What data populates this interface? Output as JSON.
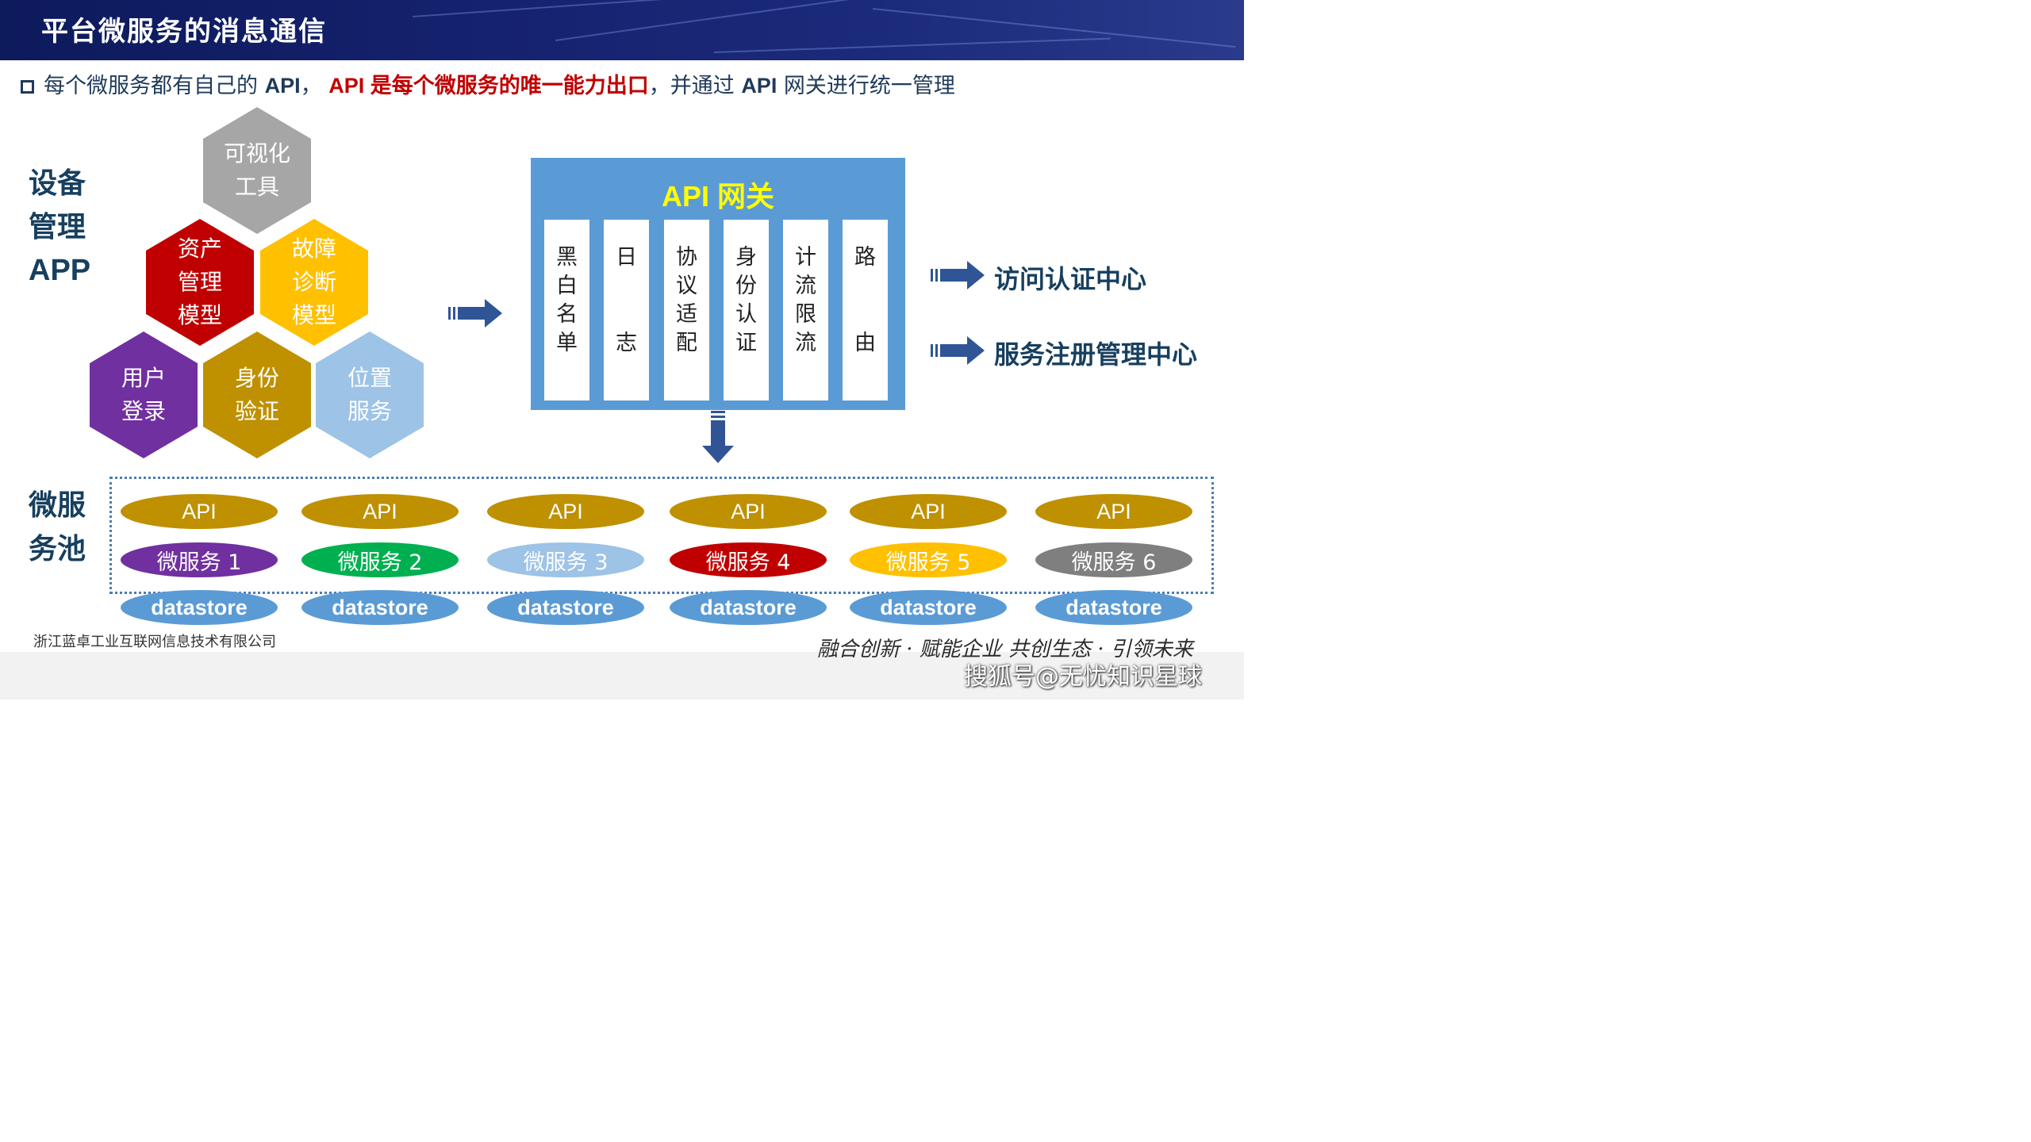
{
  "header": {
    "title": "平台微服务的消息通信"
  },
  "subtitle": {
    "part1": "每个微服务都有自己的 ",
    "api1": "API",
    "part2": "， ",
    "red": "API 是每个微服务的唯一能力出口",
    "part3": "，并通过 ",
    "api2": "API",
    "part4": " 网关进行统一管理"
  },
  "left_label": {
    "line1": "设备",
    "line2": "管理",
    "line3": "APP"
  },
  "hexagons": [
    {
      "lines": [
        "可视化",
        "工具"
      ],
      "color": "#a6a6a6"
    },
    {
      "lines": [
        "资产",
        "管理",
        "模型"
      ],
      "color": "#c00000"
    },
    {
      "lines": [
        "故障",
        "诊断",
        "模型"
      ],
      "color": "#ffc000"
    },
    {
      "lines": [
        "用户",
        "登录"
      ],
      "color": "#7030a0"
    },
    {
      "lines": [
        "身份",
        "验证"
      ],
      "color": "#bf9000"
    },
    {
      "lines": [
        "位置",
        "服务"
      ],
      "color": "#9dc3e6"
    }
  ],
  "gateway": {
    "title": "API 网关",
    "color": "#5b9bd5",
    "columns": [
      {
        "chars": [
          "黑",
          "白",
          "名",
          "单"
        ]
      },
      {
        "chars": [
          "日",
          "",
          "",
          "志"
        ]
      },
      {
        "chars": [
          "协",
          "议",
          "适",
          "配"
        ]
      },
      {
        "chars": [
          "身",
          "份",
          "认",
          "证"
        ]
      },
      {
        "chars": [
          "计",
          "流",
          "限",
          "流"
        ]
      },
      {
        "chars": [
          "路",
          "",
          "",
          "由"
        ]
      }
    ]
  },
  "right_targets": [
    "访问认证中心",
    "服务注册管理中心"
  ],
  "pool_label": {
    "line1": "微服",
    "line2": "务池"
  },
  "services": [
    {
      "api": "API",
      "name": "微服务 1",
      "store": "datastore",
      "color": "#7030a0"
    },
    {
      "api": "API",
      "name": "微服务 2",
      "store": "datastore",
      "color": "#00b050"
    },
    {
      "api": "API",
      "name": "微服务 3",
      "store": "datastore",
      "color": "#9dc3e6"
    },
    {
      "api": "API",
      "name": "微服务 4",
      "store": "datastore",
      "color": "#c00000"
    },
    {
      "api": "API",
      "name": "微服务 5",
      "store": "datastore",
      "color": "#ffc000"
    },
    {
      "api": "API",
      "name": "微服务 6",
      "store": "datastore",
      "color": "#7f7f7f"
    }
  ],
  "colors": {
    "api_oval": "#bf9000",
    "datastore_oval": "#5b9bd5",
    "arrow": "#2f5597",
    "label_text": "#173f5f"
  },
  "footer": {
    "company": "浙江蓝卓工业互联网信息技术有限公司",
    "slogan": "融合创新 · 赋能企业   共创生态 · 引领未来",
    "watermark": "搜狐号@无忧知识星球"
  }
}
